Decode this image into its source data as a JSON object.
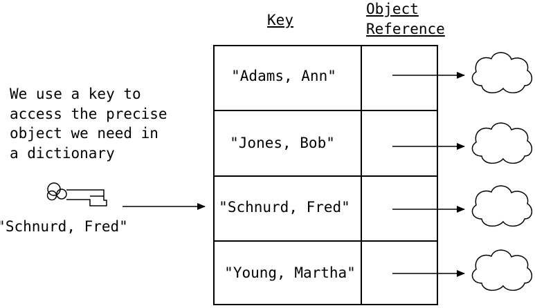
{
  "headers": {
    "key": "Key",
    "object_reference_line1": "Object",
    "object_reference_line2": "Reference"
  },
  "caption": {
    "line1": "We use a key to",
    "line2": "access the precise",
    "line3": "object we need in",
    "line4": "a dictionary"
  },
  "lookup_key": "\"Schnurd, Fred\"",
  "rows": [
    {
      "key": "\"Adams, Ann\""
    },
    {
      "key": "\"Jones, Bob\""
    },
    {
      "key": "\"Schnurd, Fred\""
    },
    {
      "key": "\"Young, Martha\""
    }
  ],
  "icons": {
    "key": "key-icon",
    "object": "cloud-icon"
  },
  "colors": {
    "ink": "#000000",
    "background": "#ffffff"
  }
}
